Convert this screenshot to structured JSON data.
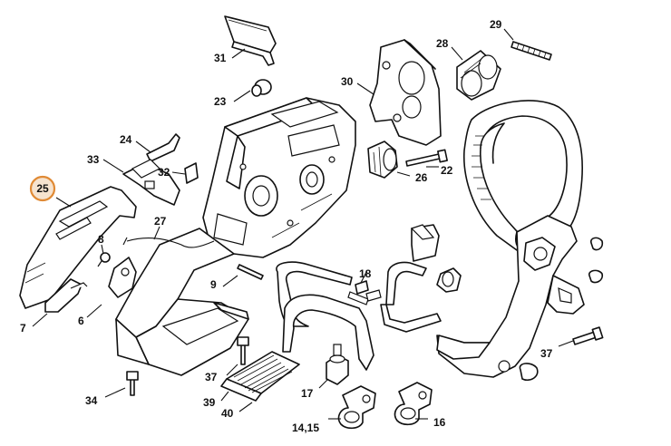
{
  "highlight": {
    "color": "#e08a35",
    "fill": "#f6e3cf"
  },
  "callouts": {
    "c25": "25",
    "c24": "24",
    "c33": "33",
    "c32": "32",
    "c27": "27",
    "c8": "8",
    "c7": "7",
    "c6": "6",
    "c9": "9",
    "c31": "31",
    "c23": "23",
    "c30": "30",
    "c28": "28",
    "c29": "29",
    "c22": "22",
    "c26": "26",
    "c18": "18",
    "c37a": "37",
    "c37b": "37",
    "c34": "34",
    "c39": "39",
    "c40": "40",
    "c17": "17",
    "c1415": "14,15",
    "c16": "16"
  }
}
